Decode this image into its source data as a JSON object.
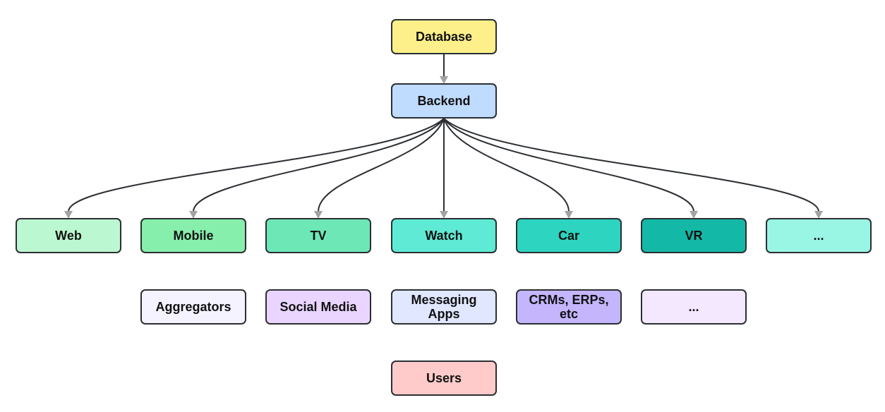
{
  "nodes": {
    "database": {
      "label": "Database",
      "color": "#fdf08a"
    },
    "backend": {
      "label": "Backend",
      "color": "#bfdbfe"
    },
    "web": {
      "label": "Web",
      "color": "#bbf7d0"
    },
    "mobile": {
      "label": "Mobile",
      "color": "#86efac"
    },
    "tv": {
      "label": "TV",
      "color": "#6ee7b7"
    },
    "watch": {
      "label": "Watch",
      "color": "#5eead4"
    },
    "car": {
      "label": "Car",
      "color": "#2dd4bf"
    },
    "vr": {
      "label": "VR",
      "color": "#14b8a6"
    },
    "more_clients": {
      "label": "...",
      "color": "#99f6e4"
    },
    "aggregators": {
      "label": "Aggregators",
      "color": "#f5f3ff"
    },
    "social_media": {
      "label": "Social Media",
      "color": "#e9d5ff"
    },
    "messaging_apps": {
      "label": "Messaging Apps",
      "color": "#e0e7ff"
    },
    "crms_erps": {
      "label": "CRMs, ERPs, etc",
      "color": "#c4b5fd"
    },
    "more_channels": {
      "label": "...",
      "color": "#f3e8ff"
    },
    "users": {
      "label": "Users",
      "color": "#fecaca"
    }
  },
  "edges": [
    {
      "from": "database",
      "to": "backend"
    },
    {
      "from": "backend",
      "to": "web"
    },
    {
      "from": "backend",
      "to": "mobile"
    },
    {
      "from": "backend",
      "to": "tv"
    },
    {
      "from": "backend",
      "to": "watch"
    },
    {
      "from": "backend",
      "to": "car"
    },
    {
      "from": "backend",
      "to": "vr"
    },
    {
      "from": "backend",
      "to": "more_clients"
    }
  ],
  "colors": {
    "edge": "#2b2f33",
    "arrowhead": "#a3a3a3",
    "border": "#2b2f33"
  }
}
